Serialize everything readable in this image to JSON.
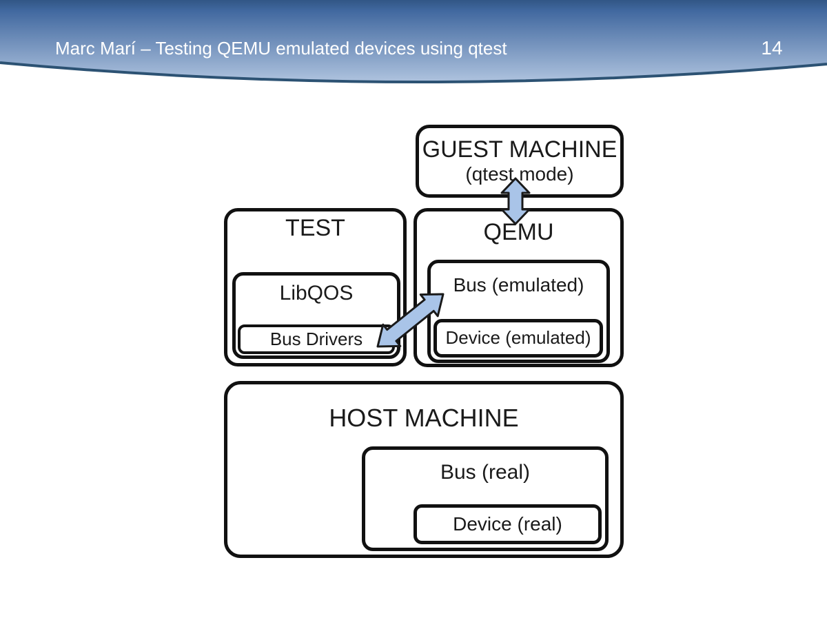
{
  "slide": {
    "header": {
      "title": "Marc Marí – Testing QEMU emulated devices using qtest",
      "page_number": "14"
    },
    "colors": {
      "header_gradient_top": "#315685",
      "header_gradient_mid": "#41689f",
      "header_gradient_bottom": "#b8cbe4",
      "curve_line": "#2c5273",
      "arrow_fill": "#a9c4e8",
      "arrow_outline": "#1a1a1a",
      "box_border": "#111111",
      "header_text": "#ffffff",
      "diagram_text": "#1a1a1a"
    },
    "diagram": {
      "guest_machine": {
        "title": "GUEST MACHINE",
        "subtitle": "(qtest mode)"
      },
      "test": {
        "title": "TEST",
        "libqos": {
          "title": "LibQOS",
          "bus_drivers_label": "Bus Drivers"
        }
      },
      "qemu": {
        "title": "QEMU",
        "bus_emulated": {
          "title": "Bus (emulated)",
          "device_emulated_label": "Device (emulated)"
        }
      },
      "host_machine": {
        "title": "HOST MACHINE",
        "bus_real": {
          "title": "Bus (real)",
          "device_real_label": "Device (real)"
        }
      }
    }
  }
}
